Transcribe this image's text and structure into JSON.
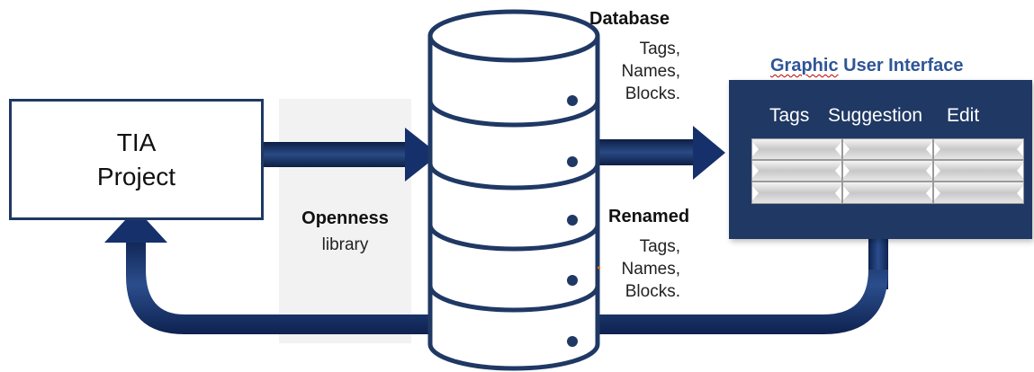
{
  "tia": {
    "line1": "TIA",
    "line2": "Project"
  },
  "openness": {
    "title": "Openness",
    "subtitle": "library"
  },
  "database": {
    "title": "Database",
    "items": [
      "Tags,",
      "Names,",
      "Blocks."
    ]
  },
  "renamed": {
    "title": "Renamed",
    "items": [
      "Tags,",
      "Names,",
      "Blocks."
    ],
    "bullet": "•"
  },
  "gui": {
    "title": "Graphic User Interface",
    "title_underlined_word": "Graphic",
    "title_rest": " User Interface",
    "columns": [
      "Tags",
      "Suggestion",
      "Edit"
    ],
    "rows": 3
  },
  "colors": {
    "navy": "#1f3864",
    "title_blue": "#2f5597",
    "band_gray": "#f2f2f2"
  }
}
